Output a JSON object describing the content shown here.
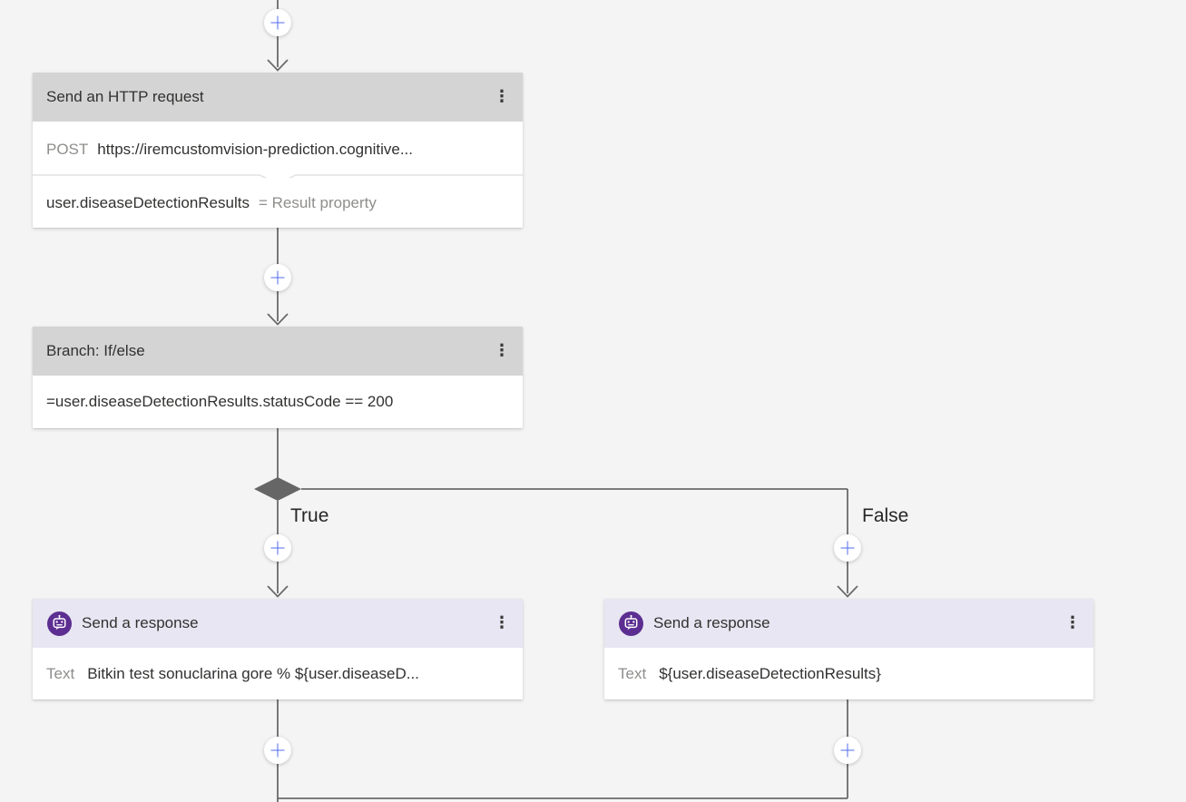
{
  "theme": {
    "canvas_bg": "#f4f4f4",
    "line_color": "#6a6a6a",
    "diamond_color": "#666666",
    "accent_blue": "#4f6bed",
    "bot_purple": "#5c2e91",
    "header_gray": "#d4d4d4",
    "header_lavender": "#e8e6f2",
    "text_dark": "#323130",
    "text_muted": "#8f8e8c"
  },
  "icons": {
    "kebab": "⋮",
    "add": "+",
    "bot": "bot-avatar-icon"
  },
  "nodes": {
    "http_request": {
      "title": "Send an HTTP request",
      "method": "POST",
      "url": "https://iremcustomvision-prediction.cognitive...",
      "result_variable": "user.diseaseDetectionResults",
      "result_assignment": "= Result property"
    },
    "branch": {
      "title": "Branch: If/else",
      "condition": "=user.diseaseDetectionResults.statusCode == 200",
      "true_label": "True",
      "false_label": "False"
    },
    "response_true": {
      "title": "Send a response",
      "field_label": "Text",
      "value": "Bitkin test sonuclarina gore % ${user.diseaseD..."
    },
    "response_false": {
      "title": "Send a response",
      "field_label": "Text",
      "value": "${user.diseaseDetectionResults}"
    }
  }
}
